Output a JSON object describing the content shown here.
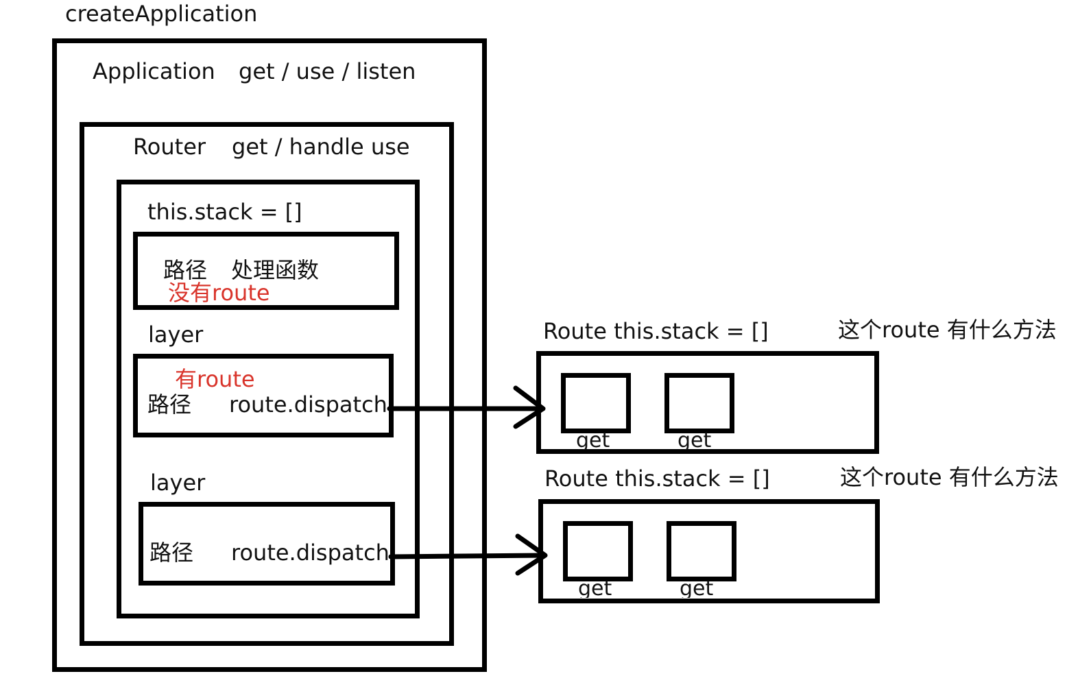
{
  "title": "createApplication",
  "application": {
    "name": "Application",
    "methods": "get / use / listen"
  },
  "router": {
    "name": "Router",
    "methods": "get / handle  use"
  },
  "stack": {
    "label": "this.stack = []"
  },
  "layer1": {
    "path": "路径",
    "handler": "处理函数",
    "note": "没有route"
  },
  "layer_label_1": "layer",
  "layer2": {
    "note": "有route",
    "path": "路径",
    "handler": "route.dispatch"
  },
  "layer_label_2": "layer",
  "layer3": {
    "path": "路径",
    "handler": "route.dispatch"
  },
  "route1": {
    "label": "Route this.stack = []",
    "question": "这个route 有什么方法",
    "items": [
      "get",
      "get"
    ]
  },
  "route2": {
    "label": "Route this.stack = []",
    "question": "这个route 有什么方法",
    "items": [
      "get",
      "get"
    ]
  }
}
